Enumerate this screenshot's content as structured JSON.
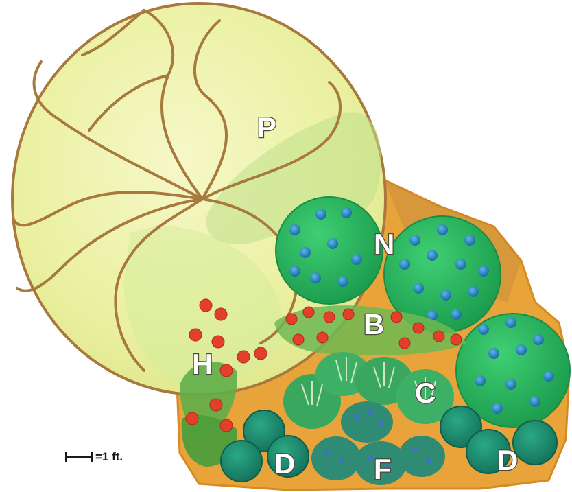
{
  "plan": {
    "labels": {
      "p": "P",
      "n": "N",
      "b": "B",
      "h": "H",
      "c": "C",
      "d_left": "D",
      "d_right": "D",
      "f": "F"
    },
    "scale_text": "=1 ft."
  },
  "colors": {
    "canopy_fill": "#eef29a",
    "canopy_outline": "#a8793c",
    "bed_soil": "#e8a43a",
    "shrub_green": "#2bb65c",
    "berry_blue": "#2f8fc4",
    "flower_red": "#e2402a",
    "groundcover_teal": "#1f8f72",
    "fern_blue": "#3f6fc8"
  }
}
